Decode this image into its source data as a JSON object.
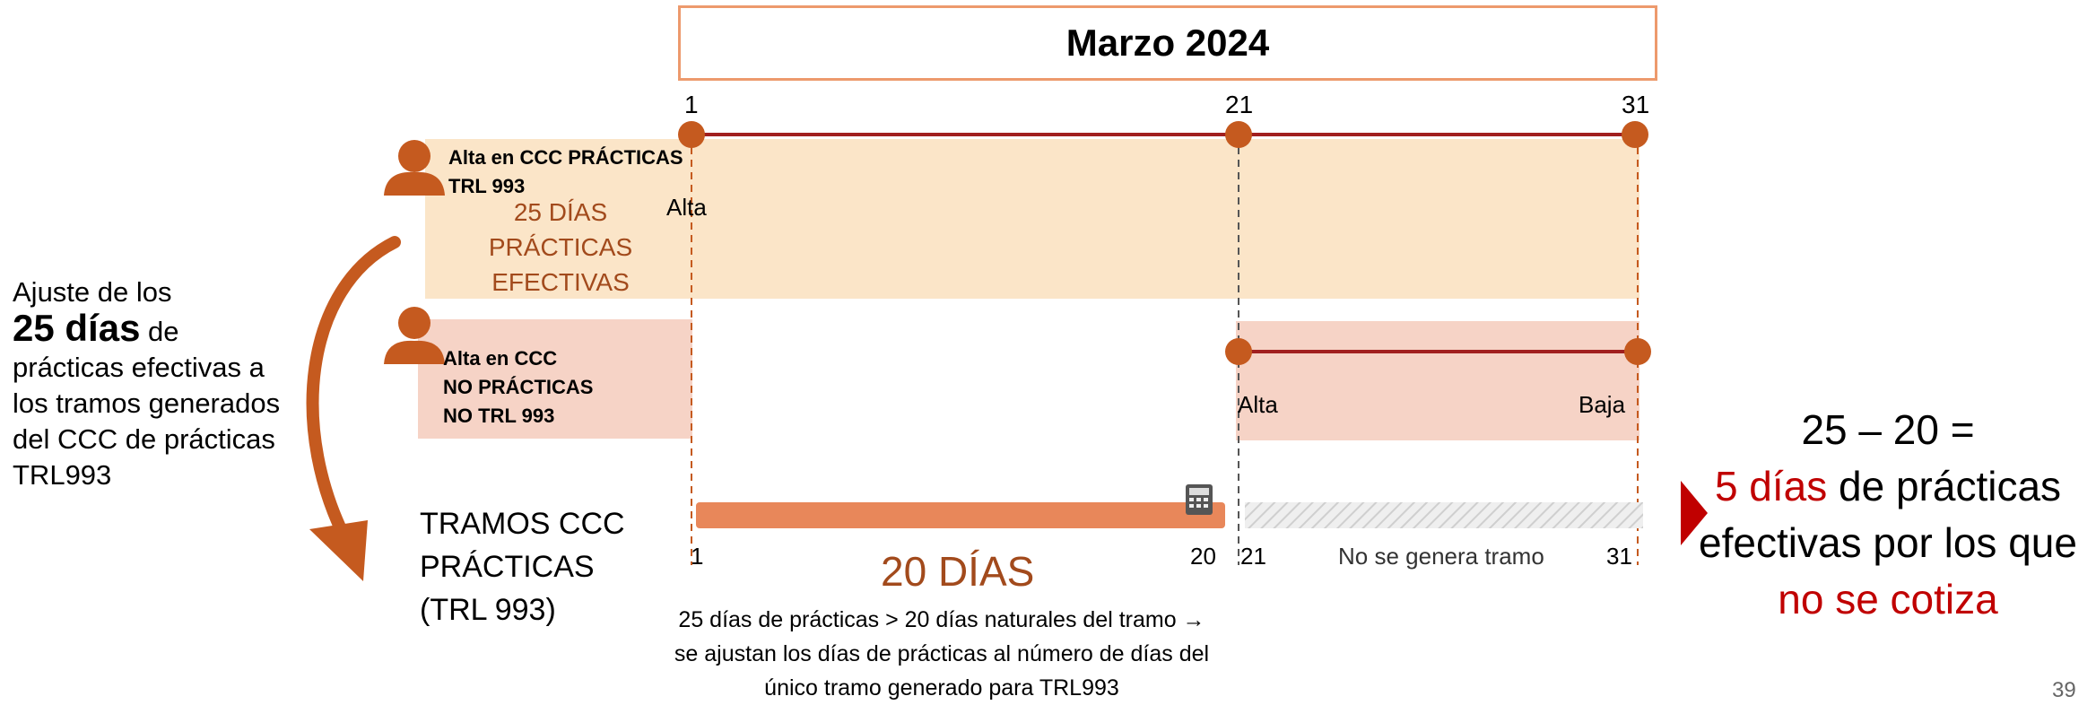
{
  "title": "Marzo 2024",
  "days": {
    "d1": "1",
    "d21": "21",
    "d31": "31"
  },
  "row_a": {
    "label_line1": "Alta en CCC PRÁCTICAS",
    "label_line2": "TRL 993",
    "alta": "Alta",
    "practicas_line1": "25 DÍAS",
    "practicas_line2": "PRÁCTICAS",
    "practicas_line3": "EFECTIVAS"
  },
  "row_b": {
    "label_line1": "Alta en CCC",
    "label_line2": "NO PRÁCTICAS",
    "label_line3": "NO TRL 993",
    "alta": "Alta",
    "baja": "Baja"
  },
  "tramos": {
    "label_line1": "TRAMOS CCC",
    "label_line2": "PRÁCTICAS",
    "label_line3": "(TRL 993)",
    "start": "1",
    "end": "20",
    "gap_start": "21",
    "gap_end": "31",
    "no_tramo": "No se genera tramo",
    "total": "20 DÍAS",
    "note_line1": "25 días de prácticas > 20 días naturales del tramo →",
    "note_line2": "se ajustan los días de prácticas al número de días del",
    "note_line3": "único tramo generado para TRL993"
  },
  "left_note": {
    "line1": "Ajuste de los",
    "big": "25 días",
    "after_big": " de",
    "line3": "prácticas efectivas a",
    "line4": "los tramos generados",
    "line5": "del CCC de prácticas",
    "line6": "TRL993"
  },
  "result": {
    "line1": "25 – 20 =",
    "highlight": "5 días",
    "line2_rest": " de prácticas",
    "line3": "efectivas por los que",
    "line4": "no se cotiza"
  },
  "page_number": "39",
  "colors": {
    "accent": "#c55a1f",
    "timeline": "#a11f1f",
    "band_light": "#fbe5c8",
    "band_pink": "#f6d3c6",
    "tramo_bar": "#e8875a",
    "red_text": "#c00000"
  },
  "icons": [
    "person-icon",
    "calculator-icon",
    "curved-arrow-icon",
    "triangle-arrow-icon"
  ]
}
